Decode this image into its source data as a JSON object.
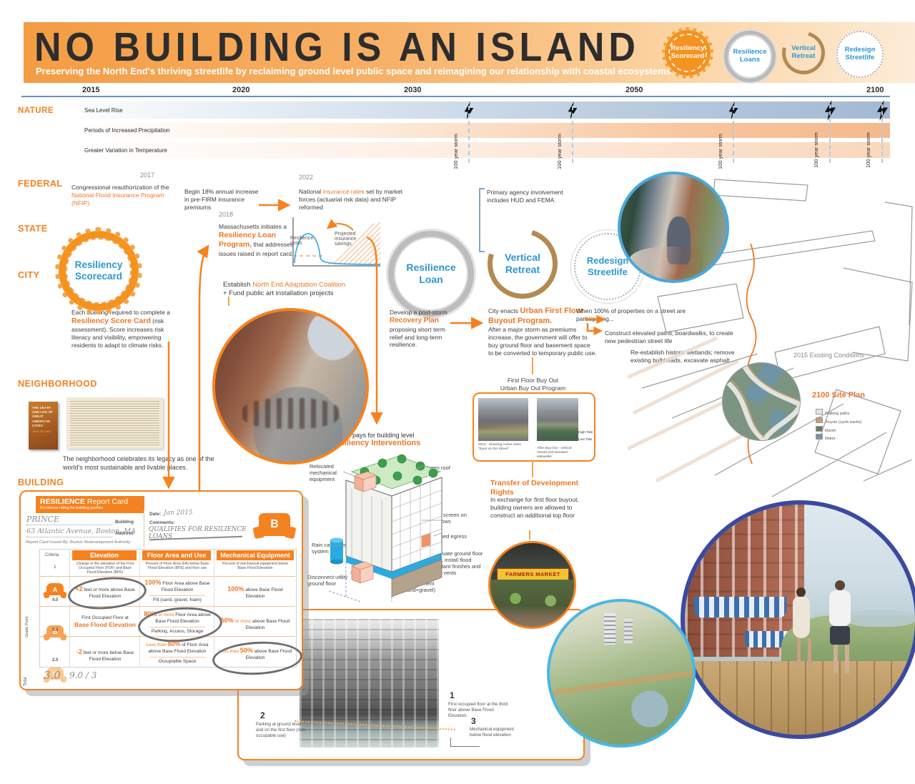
{
  "header": {
    "title": "NO BUILDING IS AN ISLAND",
    "subtitle": "Preserving the North End's thriving streetlife by reclaiming ground level public space and reimagining our relationship with coastal ecosystems.",
    "badge1": "Resiliency Scorecard",
    "badge2": "Resilience Loans",
    "badge3": "Vertical Retreat",
    "badge4": "Redesign Streetlife"
  },
  "colors": {
    "accent": "#f58220",
    "blue": "#2e97d1",
    "seal_orange": "#f6921e"
  },
  "timeline": {
    "years": [
      "2015",
      "2020",
      "2030",
      "2050",
      "2100"
    ],
    "row1": "Sea Level Rise",
    "row2": "Periods of Increased Precipitation",
    "row3": "Greater Variation in Temperature",
    "storm": "100 year storm"
  },
  "labels": {
    "nature": "NATURE",
    "federal": "FEDERAL",
    "state": "STATE",
    "city": "CITY",
    "neighborhood": "NEIGHBORHOOD",
    "building": "BUILDING"
  },
  "federal": {
    "y2017": "2017",
    "reauth_pre": "Congressional reauthorization of the ",
    "reauth_hl": "National Flood Insurance Program (NFIP)",
    "premiums": "Begin 18% annual increase in pre-FIRM insurance premiums",
    "y2022": "2022",
    "rates_pre": "National ",
    "rates_hl": "insurance rates",
    "rates_post": " set by market forces (actuarial risk data) and NFIP reformed"
  },
  "state": {
    "y2018": "2018",
    "mass_pre": "Massachusetts initiates a ",
    "mass_hl": "Resiliency Loan Program,",
    "mass_post": " that addresses issues raised in report card.",
    "costs": "Resilience costs",
    "savings": "Projected insurance savings"
  },
  "city": {
    "badge_line1": "Resiliency",
    "badge_line2": "Scorecard",
    "req_pre": "Each building required to complete a ",
    "req_hl": "Resiliency Score Card",
    "req_post": " (risk assessment). Score increases risk literacy and visibility, empowering residents to adapt to climate risks.",
    "est_pre": "Establish ",
    "est_hl": "North End Adaptation Coalition",
    "est_post": "+ Fund public art installation projects"
  },
  "loan": {
    "line1": "Resilience",
    "line2": "Loan",
    "dev_pre": "Develop a post-storm ",
    "dev_hl": "Recovery Plan",
    "dev_post": " proposing short term relief and long-term resilience.",
    "pays1": "Loan pays for building level",
    "pays2": "Resiliency Interventions"
  },
  "retreat": {
    "line1": "Vertical",
    "line2": "Retreat",
    "agency": "Primary agency involvement includes HUD and FEMA",
    "enact_pre": "City enacts ",
    "enact_hl": "Urban First Floor Buyout Program.",
    "enact_post": "After a major storm as premiums increase, the government will offer to buy ground floor and basement space to be converted to temporary public use."
  },
  "streetlife": {
    "line1": "Redesign",
    "line2": "Streetlife",
    "when": "When 100% of properties on a street are participating...",
    "construct": "Construct elevated paths, boardwalks, to create new pedestrian street life",
    "reestablish": "Re-establish historic wetlands; remove existing bulkheads, excavate asphalt"
  },
  "buyout": {
    "title1": "First Floor Buy Out",
    "title2": "Urban Buy Out Program",
    "cap_before": "2015 - Showing Active Uses \"Eyes on the Street\"",
    "cap_after": "After Buy-Out - vertical retreat and elevated sidewalks",
    "high": "High Tide",
    "low": "Low Tide"
  },
  "tdr": {
    "title": "Transfer of Development Rights",
    "body": "In exchange for first floor buyout, building owners are allowed to construct an additional top floor"
  },
  "market": {
    "sign": "FARMERS MARKET"
  },
  "interventions": {
    "relocated": "Relocated mechanical equipment",
    "greenroof": "Green roof",
    "heat": "Heat screen on windows",
    "egress": "Raised egress",
    "rain": "Rain catchment system",
    "evacuate": "Evacuate ground floor uses, install flood resistant finishes and flood vents",
    "disconnect": "Disconnect utility ground floor",
    "fill": "Fill basement (sand+gravel)"
  },
  "map": {
    "existing": "2015 Existing Conditions",
    "siteplan": "2100 Site Plan",
    "legend": [
      {
        "label": "Walking paths",
        "color": "#e4e4e0"
      },
      {
        "label": "Bicycle (cycle tracks)",
        "color": "#c8a16b"
      },
      {
        "label": "Marsh",
        "color": "#5f8068"
      },
      {
        "label": "Water",
        "color": "#6d94aa"
      }
    ]
  },
  "neighborhood": {
    "book_title": "THE DEATH AND LIFE OF GREAT AMERICAN CITIES",
    "book_author": "JANE JACOBS",
    "caption": "The neighborhood celebrates its legacy as one of the world's most sustainable and livable places."
  },
  "card": {
    "title_b": "RESILIENCE",
    "title_r": " Report Card",
    "subtitle": "Resilience rating for building profiles",
    "bldg_val": "PRINCE",
    "bldg_lab": "Building",
    "addr_val": "63 Atlantic Avenue, Boston, MA",
    "addr_lab": "Address",
    "issued": "Report Card Issued By: Boston Redevelopment Authority",
    "date_lab": "Date:",
    "date_val": "Jan 2015",
    "com_lab": "Comments:",
    "com_val": "QUALIFIES FOR RESILIENCE LOANS",
    "grade": "B",
    "criteria": "Criteria",
    "criteria_n": "1",
    "gp": "Grade Point",
    "col1": "Elevation",
    "col2": "Floor Area and Use",
    "col3": "Mechanical Equipment",
    "d1": "Change in the elevation of the First Occupied Floor (FOF) and Base Flood Elevation (BFE)",
    "d2": "Precent of Floor Area (FA) below Base Flood Elevation (BFE) and floor use",
    "d3": "Percent of mechanical equipment below Base Flood Elevation",
    "a": {
      "g": "A",
      "p": "4.0",
      "e_hl": "+2",
      "e_r": " feet or more above Base Flood Elevation",
      "f_hl": "100%",
      "f_r": " Floor Area above Base Flood Elevation",
      "f_s": "Fill (sand, gravel, foam)",
      "m_hl": "100%",
      "m_r": " above Base Flood Elevation"
    },
    "b": {
      "g": "B",
      "p": "3.0",
      "e_pre": "First Occupied Floor at ",
      "e_hl": "Base Flood Elevation",
      "f_hl": "80%",
      "f_m": " or more",
      "f_r": " Floor Area above Base Flood Elevation",
      "f_s": "Parking, Access, Storage",
      "m_hl": "50%",
      "m_m": " or more",
      "m_r": " above Base Flood Elevation"
    },
    "c": {
      "g": "C",
      "p": "2.0",
      "e_hl": "-2",
      "e_r": " feet or more below Base Flood Elevation",
      "f_pre": "Less than ",
      "f_hl": "80%",
      "f_r": " of Floor Area above Base Flood Elevation",
      "f_s": "Occupiable Space",
      "m_pre": "Less than ",
      "m_hl": "50%",
      "m_r": " above Base Flood Elevation"
    },
    "total_lab": "Total",
    "total_val": "3.0",
    "total_calc": "9.0 / 3"
  },
  "panel": {
    "n1": "1",
    "t1": "First occupied floor at the third floor above Base Flood Elevation.",
    "n2": "2",
    "t2": "Parking at ground level and on the first floor (non-occupable use)",
    "n3": "3",
    "t3": "Mechanical equipment below flood elevation"
  }
}
